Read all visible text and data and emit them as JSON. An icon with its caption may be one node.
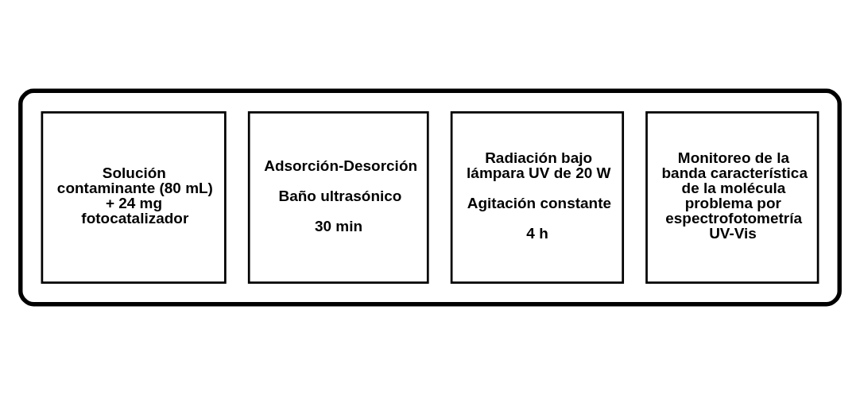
{
  "diagram": {
    "nodes": [
      {
        "text": [],
        "shape": "arrow"
      },
      {
        "text": [
          "Solución contaminante (80 mL) + 24 mg fotocatalizador"
        ],
        "in": 0
      },
      {
        "text": [
          "Adsorción-Desorción",
          "Baño ultrasónico",
          "30 min"
        ],
        "in": 0
      },
      {
        "text": [
          "Radiación bajo lámpara UV de 20 W",
          "Agitación constante",
          "4 h"
        ],
        "in": 0
      },
      {
        "text": [
          "Monitoreo de la banda característica de la molécula problema por espectrofotometría UV-Vis"
        ],
        "in": 0
      }
    ]
  }
}
